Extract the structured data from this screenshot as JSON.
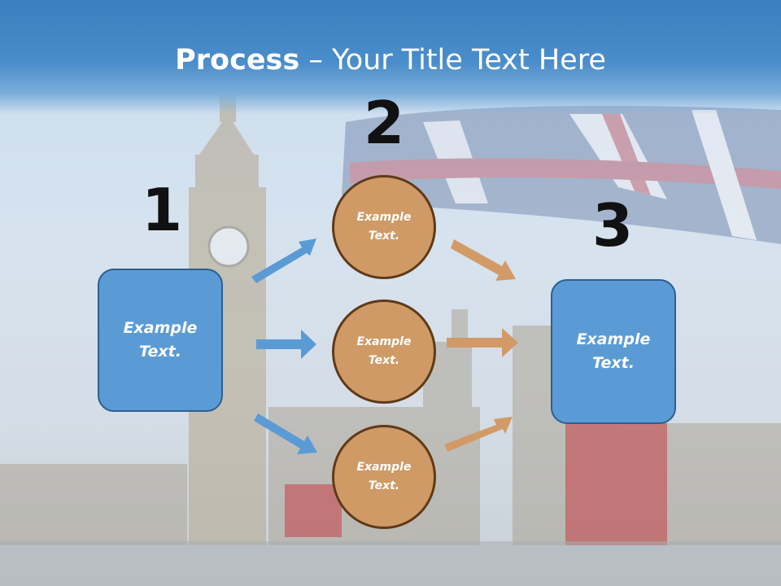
{
  "slide": {
    "title_bold": "Process",
    "title_rest": " – Your Title Text Here"
  },
  "steps": {
    "step1_number": "1",
    "step2_number": "2",
    "step3_number": "3"
  },
  "left_box": {
    "label": "Example\nText."
  },
  "right_box": {
    "label": "Example\nText."
  },
  "circles": [
    {
      "label": "Example\nText."
    },
    {
      "label": "Example\nText."
    },
    {
      "label": "Example\nText."
    }
  ],
  "colors": {
    "box_fill": "#5b9bd5",
    "circle_fill": "#cf9a66",
    "blue_arrow": "#5b9bd5",
    "orange_arrow": "#d29a66",
    "title_bar": "#3b7fc0"
  }
}
